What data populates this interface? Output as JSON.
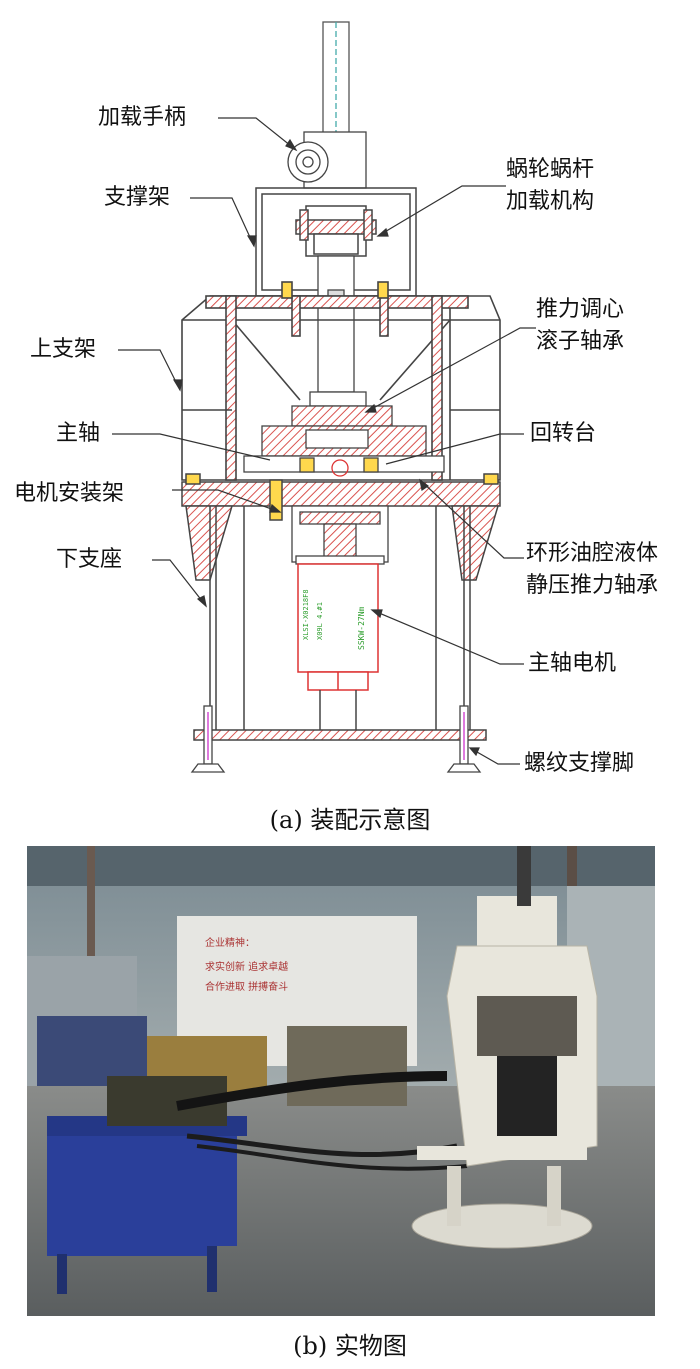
{
  "figure_a": {
    "caption": "(a) 装配示意图",
    "labels": {
      "loading_handle": "加载手柄",
      "support_frame": "支撑架",
      "worm_gear_line1": "蜗轮蜗杆",
      "worm_gear_line2": "加载机构",
      "upper_frame": "上支架",
      "thrust_bearing_line1": "推力调心",
      "thrust_bearing_line2": "滚子轴承",
      "spindle": "主轴",
      "turntable": "回转台",
      "motor_mount": "电机安装架",
      "hydro_bearing_line1": "环形油腔液体",
      "hydro_bearing_line2": "静压推力轴承",
      "lower_base": "下支座",
      "spindle_motor": "主轴电机",
      "screw_foot": "螺纹支撑脚"
    },
    "motor_text": [
      "SSKW-27Nm",
      "XLSI-X0218F8",
      "X09L 4.#1"
    ]
  },
  "figure_b": {
    "caption": "(b) 实物图",
    "wall_text": [
      "企业精神：",
      "求实创新  追求卓越",
      "合作进取  拼搏奋斗"
    ]
  },
  "colors": {
    "line": "#444444",
    "hatch": "#d9534f",
    "motor_text": "#2e9e2e",
    "blue_machine": "#2a3f9a",
    "white_machine": "#e8e6dc"
  }
}
